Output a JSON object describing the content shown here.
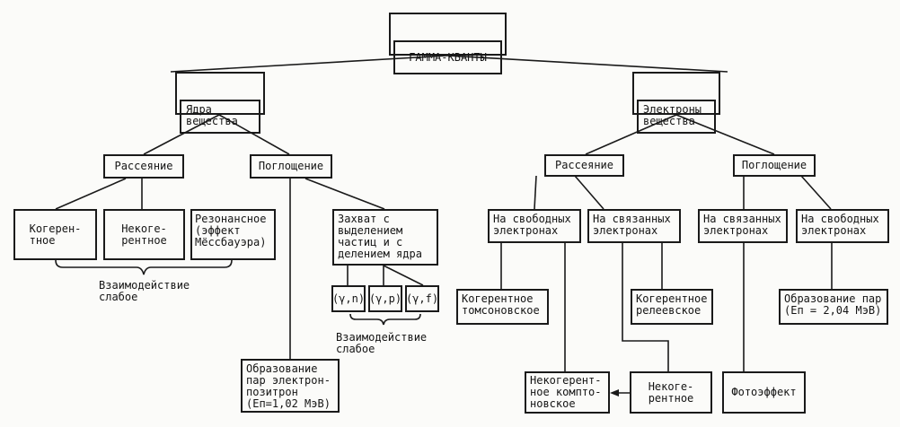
{
  "root": "ГАММА-КВАНТЫ",
  "nuclei": {
    "title": "Ядра\nвещества",
    "scattering": {
      "title": "Рассеяние",
      "coherent": "Когерен-\nтное",
      "incoherent": "Некоге-\nрентное",
      "resonant": "Резонансное\n(эффект\nМёссбауэра)"
    },
    "absorption": {
      "title": "Поглощение",
      "capture": "Захват с\nвыделением\nчастиц и с\nделением ядра",
      "reactions": [
        "(γ,n)",
        "(γ,p)",
        "(γ,f)"
      ],
      "pair_production": "Образование\nпар электрон-\nпозитрон\n(Eп=1,02 МэВ)"
    },
    "weak_label_1": "Взаимодействие\nслабое",
    "weak_label_2": "Взаимодействие\nслабое"
  },
  "electrons": {
    "title": "Электроны\nвещества",
    "scattering": {
      "title": "Рассеяние",
      "free": "На свободных\nэлектронах",
      "bound": "На связанных\nэлектронах",
      "thomson": "Когерентное\nтомсоновское",
      "rayleigh": "Когерентное\nрелеевское",
      "compton": "Некогерент-\nное компто-\nновское",
      "incoherent": "Некоге-\nрентное"
    },
    "absorption": {
      "title": "Поглощение",
      "bound": "На связанных\nэлектронах",
      "free": "На свободных\nэлектронах",
      "photoeffect": "Фотоэффект",
      "pair_production": "Образование пар\n(Eп = 2,04 МэВ)"
    }
  }
}
